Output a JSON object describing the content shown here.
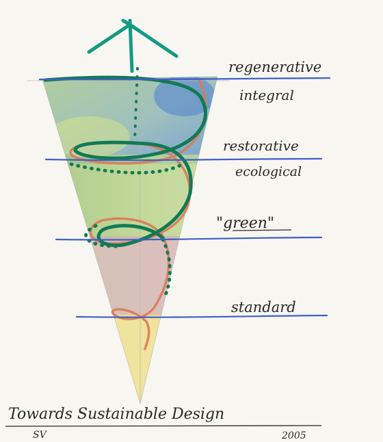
{
  "diagram": {
    "levels": [
      {
        "label": "regenerative",
        "sublabel": "integral"
      },
      {
        "label": "restorative",
        "sublabel": "ecological"
      },
      {
        "label": "\"green\"",
        "sublabel": ""
      },
      {
        "label": "standard",
        "sublabel": ""
      }
    ],
    "caption": "Towards Sustainable Design",
    "author": "SV",
    "year": "2005",
    "colors": {
      "level_line": "#3f5fc8",
      "spiral_green": "#127a55",
      "spiral_orange": "#d97a55",
      "arrow": "#139a82",
      "ink": "#2a2724"
    }
  }
}
